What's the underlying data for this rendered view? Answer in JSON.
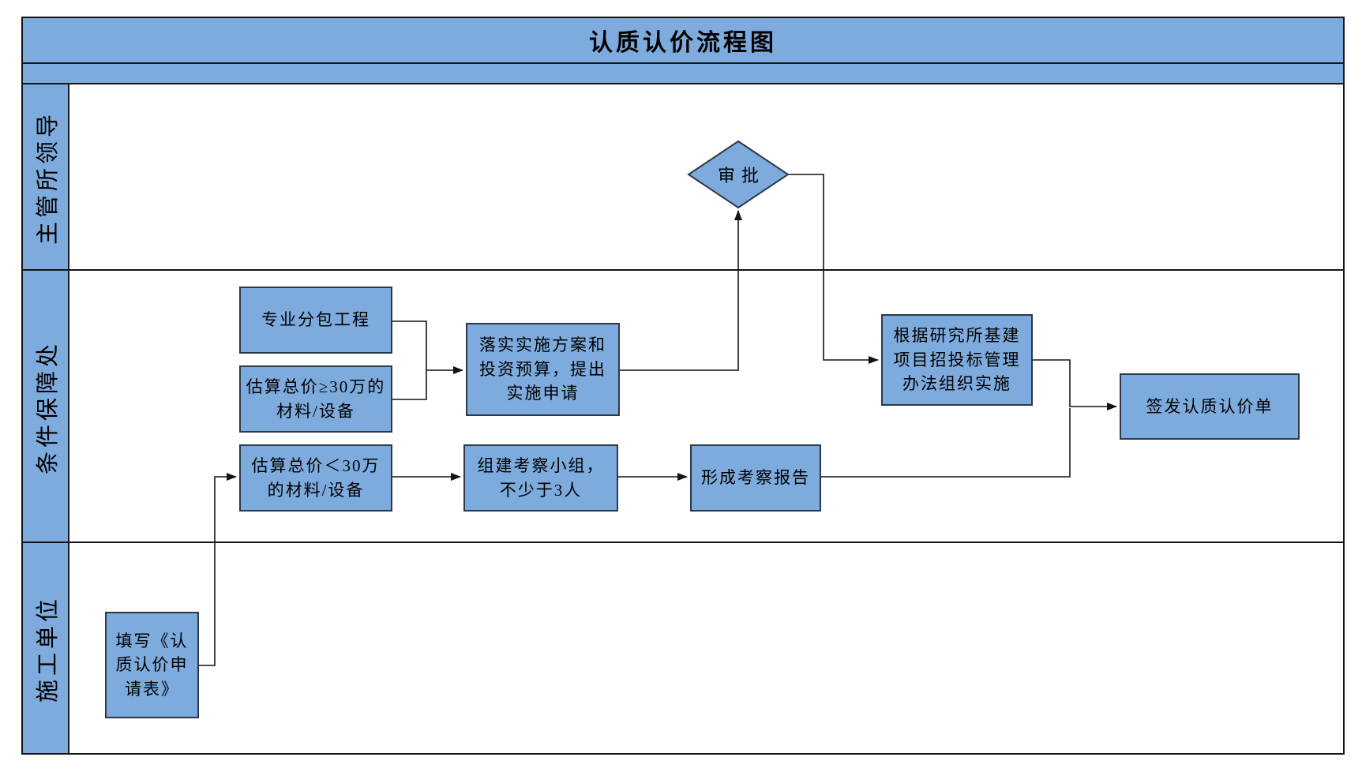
{
  "title": "认质认价流程图",
  "colors": {
    "node_fill": "#7EABDD",
    "frame_line": "#141414",
    "node_border": "#2b3947",
    "text": "#000000",
    "background": "#ffffff"
  },
  "lanes": [
    {
      "label": "主管所领导"
    },
    {
      "label": "条件保障处"
    },
    {
      "label": "施工单位"
    }
  ],
  "nodes": {
    "approval": {
      "shape": "diamond",
      "lane": "主管所领导",
      "label": "审批"
    },
    "subcontract": {
      "shape": "rect",
      "lane": "条件保障处",
      "label": "专业分包工程"
    },
    "ge30": {
      "shape": "rect",
      "lane": "条件保障处",
      "label": "估算总价≥30万的材料/设备"
    },
    "plan": {
      "shape": "rect",
      "lane": "条件保障处",
      "label": "落实实施方案和投资预算，提出实施申请"
    },
    "bid": {
      "shape": "rect",
      "lane": "条件保障处",
      "label": "根据研究所基建项目招投标管理办法组织实施"
    },
    "issue": {
      "shape": "rect",
      "lane": "条件保障处",
      "label": "签发认质认价单"
    },
    "lt30": {
      "shape": "rect",
      "lane": "条件保障处",
      "label": "估算总价＜30万的材料/设备"
    },
    "team": {
      "shape": "rect",
      "lane": "条件保障处",
      "label": "组建考察小组，不少于3人"
    },
    "report": {
      "shape": "rect",
      "lane": "条件保障处",
      "label": "形成考察报告"
    },
    "form": {
      "shape": "rect",
      "lane": "施工单位",
      "label": "填写《认质认价申请表》"
    }
  },
  "edges": [
    {
      "from": "subcontract",
      "to": "plan"
    },
    {
      "from": "ge30",
      "to": "plan"
    },
    {
      "from": "plan",
      "to": "approval"
    },
    {
      "from": "approval",
      "to": "bid"
    },
    {
      "from": "bid",
      "to": "issue"
    },
    {
      "from": "report",
      "to": "issue"
    },
    {
      "from": "form",
      "to": "lt30"
    },
    {
      "from": "lt30",
      "to": "team"
    },
    {
      "from": "team",
      "to": "report"
    }
  ]
}
